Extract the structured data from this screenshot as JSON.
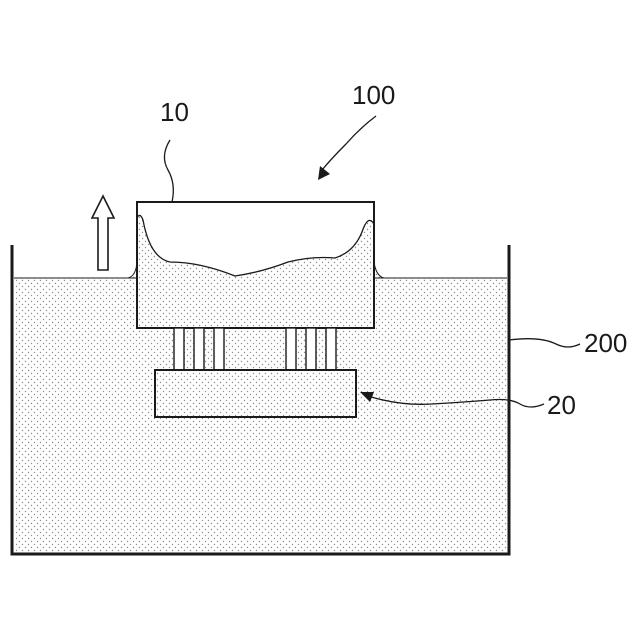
{
  "diagram": {
    "labels": {
      "part_10": "10",
      "part_100": "100",
      "part_200": "200",
      "part_20": "20"
    },
    "colors": {
      "line": "#1a1a1a",
      "liquid_dot": "#9a9a9a",
      "background": "#ffffff"
    },
    "icons": {
      "lift_direction": "up-arrow-icon"
    }
  }
}
